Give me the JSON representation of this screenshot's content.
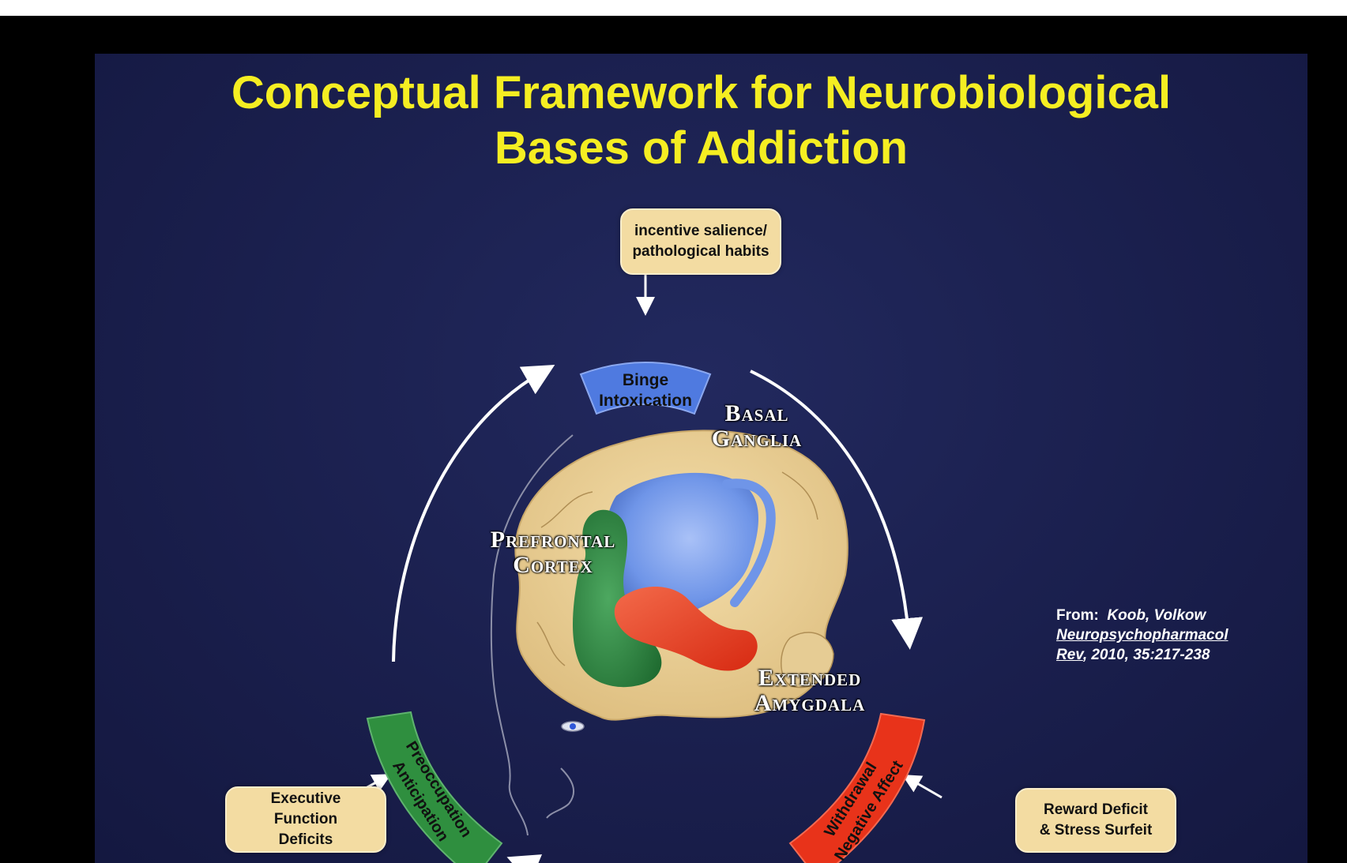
{
  "title": {
    "line1": "Conceptual Framework for Neurobiological",
    "line2": "Bases of Addiction"
  },
  "stages": {
    "binge": {
      "line1": "Binge",
      "line2": "Intoxication",
      "color": "#4f7ae0"
    },
    "preoccupation": {
      "line1": "Preoccupation",
      "line2": "Anticipation",
      "color": "#2f8f3f"
    },
    "withdrawal": {
      "line1": "Withdrawal",
      "line2": "Negative Affect",
      "color": "#e8331a"
    }
  },
  "boxes": {
    "top": {
      "line1": "incentive salience/",
      "line2": "pathological habits"
    },
    "left": {
      "line1": "Executive",
      "line2": "Function",
      "line3": "Deficits"
    },
    "right": {
      "line1": "Reward Deficit",
      "line2": "& Stress Surfeit"
    }
  },
  "regions": {
    "basal_ganglia": {
      "line1": "Basal",
      "line2": "Ganglia",
      "color": "#6f95e8"
    },
    "prefrontal_cortex": {
      "line1": "Prefrontal",
      "line2": "Cortex",
      "color": "#2f8a45"
    },
    "extended_amygdala": {
      "line1": "Extended",
      "line2": "Amygdala",
      "color": "#e8381e"
    }
  },
  "citation": {
    "from": "From:",
    "authors": "Koob, Volkow",
    "journal": "Neuropsychopharmacol",
    "rev": "Rev",
    "details": ", 2010, 35:217-238"
  },
  "colors": {
    "title": "#f5ee22",
    "background": "#1a1f4d",
    "box_fill": "#f3dca2",
    "brain": "#ecd39b"
  }
}
